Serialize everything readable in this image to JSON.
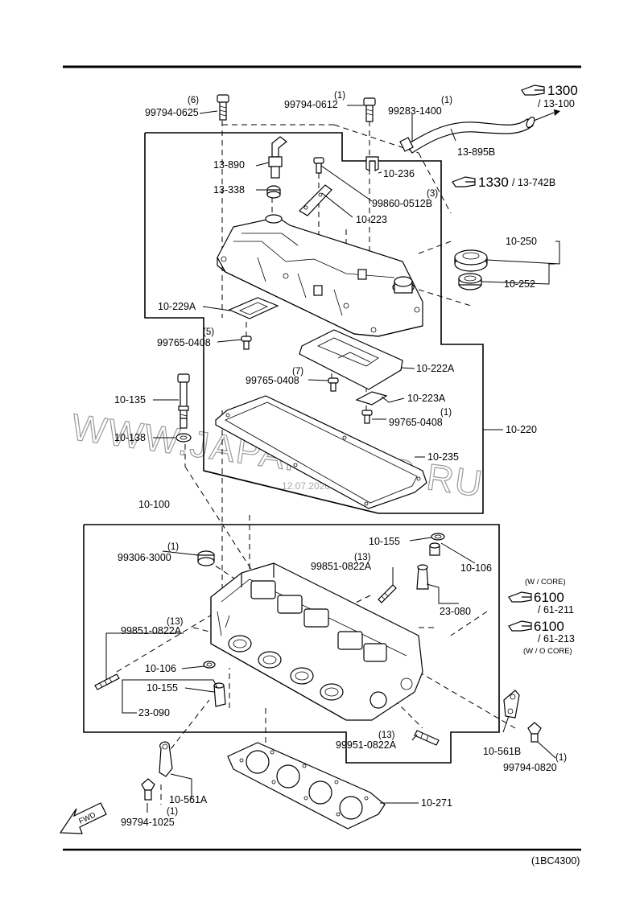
{
  "callouts": [
    {
      "id": "c1",
      "code": "99794-0625",
      "qty": "(6)"
    },
    {
      "id": "c2",
      "code": "99794-0612",
      "qty": "(1)"
    },
    {
      "id": "c3",
      "code": "99283-1400",
      "qty": "(1)"
    },
    {
      "id": "c4",
      "code": "13-895B",
      "qty": ""
    },
    {
      "id": "c5",
      "code": "13-890",
      "qty": ""
    },
    {
      "id": "c6",
      "code": "13-338",
      "qty": ""
    },
    {
      "id": "c7",
      "code": "10-236",
      "qty": ""
    },
    {
      "id": "c8",
      "code": "99860-0512B",
      "qty": "(3)"
    },
    {
      "id": "c9",
      "code": "10-223",
      "qty": ""
    },
    {
      "id": "c10",
      "code": "10-250",
      "qty": ""
    },
    {
      "id": "c11",
      "code": "10-252",
      "qty": ""
    },
    {
      "id": "c12",
      "code": "10-229A",
      "qty": ""
    },
    {
      "id": "c13",
      "code": "99765-0408",
      "qty": "(5)"
    },
    {
      "id": "c14",
      "code": "10-222A",
      "qty": ""
    },
    {
      "id": "c15",
      "code": "99765-0408",
      "qty": "(7)"
    },
    {
      "id": "c16",
      "code": "10-223A",
      "qty": ""
    },
    {
      "id": "c17",
      "code": "99765-0408",
      "qty": "(1)"
    },
    {
      "id": "c18",
      "code": "10-135",
      "qty": ""
    },
    {
      "id": "c19",
      "code": "10-138",
      "qty": ""
    },
    {
      "id": "c20",
      "code": "10-220",
      "qty": ""
    },
    {
      "id": "c21",
      "code": "10-235",
      "qty": ""
    },
    {
      "id": "c22",
      "code": "10-100",
      "qty": ""
    },
    {
      "id": "c23",
      "code": "10-155",
      "qty": ""
    },
    {
      "id": "c24",
      "code": "10-106",
      "qty": ""
    },
    {
      "id": "c25",
      "code": "99306-3000",
      "qty": "(1)"
    },
    {
      "id": "c26",
      "code": "99851-0822A",
      "qty": "(13)"
    },
    {
      "id": "c27",
      "code": "23-080",
      "qty": ""
    },
    {
      "id": "c28",
      "code": "99851-0822A",
      "qty": "(13)"
    },
    {
      "id": "c29",
      "code": "10-106",
      "qty": ""
    },
    {
      "id": "c30",
      "code": "10-155",
      "qty": ""
    },
    {
      "id": "c31",
      "code": "23-090",
      "qty": ""
    },
    {
      "id": "c32",
      "code": "99951-0822A",
      "qty": "(13)"
    },
    {
      "id": "c33",
      "code": "10-561B",
      "qty": ""
    },
    {
      "id": "c34",
      "code": "99794-0820",
      "qty": "(1)"
    },
    {
      "id": "c35",
      "code": "10-561A",
      "qty": ""
    },
    {
      "id": "c36",
      "code": "10-271",
      "qty": ""
    },
    {
      "id": "c37",
      "code": "99794-1025",
      "qty": "(1)"
    }
  ],
  "references": [
    {
      "id": "r1",
      "num": "1300",
      "sub": "/ 13-100",
      "note": ""
    },
    {
      "id": "r2",
      "num": "1330",
      "sub": "/ 13-742B",
      "note": ""
    },
    {
      "id": "r3",
      "num": "6100",
      "sub": "/ 61-211",
      "note": "(W / CORE)"
    },
    {
      "id": "r4",
      "num": "6100",
      "sub": "/ 61-213",
      "note": "(W / O CORE)"
    }
  ],
  "fwd_label": "FWD",
  "diagram_code": "(1BC4300)",
  "watermark": "WWW.JAPANCATS.RU",
  "watermark_date": "12.07.2020"
}
